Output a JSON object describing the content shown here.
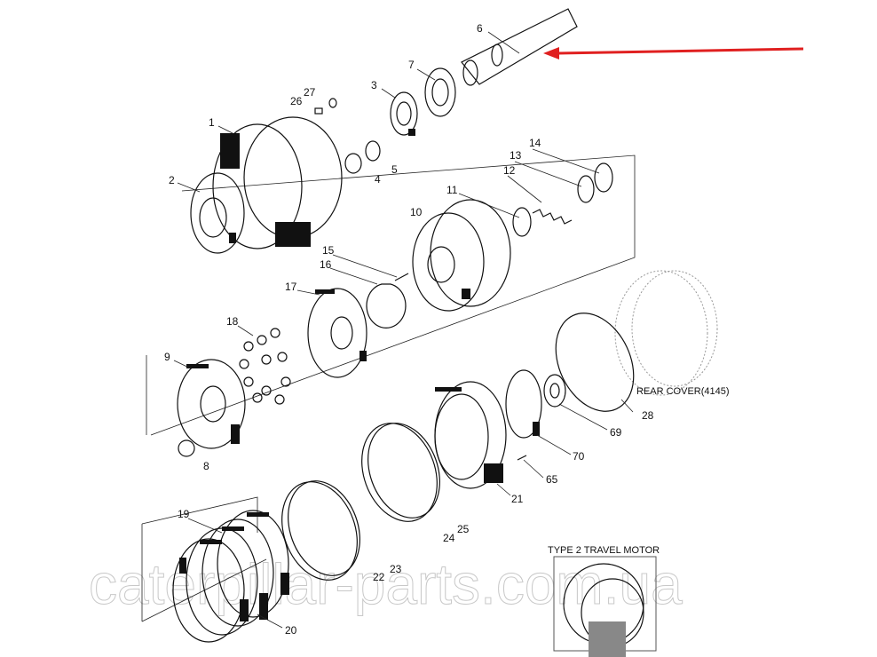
{
  "diagram": {
    "title_inset": "TYPE 2 TRAVEL MOTOR",
    "rear_cover_label": "REAR COVER(4145)",
    "watermark": "caterpillar-parts.com.ua",
    "arrow_color": "#e02020",
    "part_numbers": {
      "p1": "1",
      "p2": "2",
      "p3": "3",
      "p4": "4",
      "p5": "5",
      "p6": "6",
      "p7": "7",
      "p8": "8",
      "p9": "9",
      "p10": "10",
      "p11": "11",
      "p12": "12",
      "p13": "13",
      "p14": "14",
      "p15": "15",
      "p16": "16",
      "p17": "17",
      "p18": "18",
      "p19": "19",
      "p20": "20",
      "p21": "21",
      "p22": "22",
      "p23": "23",
      "p24": "24",
      "p25": "25",
      "p26": "26",
      "p27": "27",
      "p28": "28",
      "p65": "65",
      "p69": "69",
      "p70": "70"
    }
  }
}
